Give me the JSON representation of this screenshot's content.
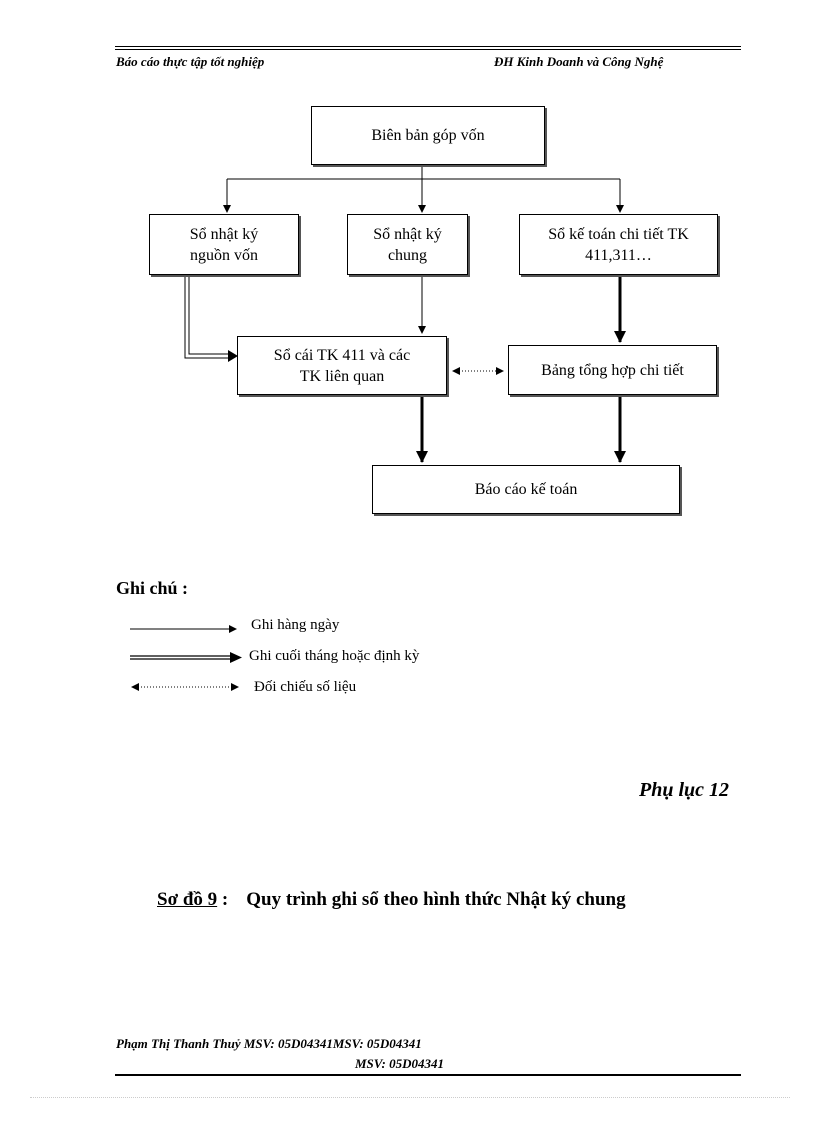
{
  "header": {
    "left": "Báo cáo thực tập tốt nghiệp",
    "right": "ĐH Kinh Doanh và Công Nghệ"
  },
  "diagram": {
    "top_box": "Biên bản góp vốn",
    "box_journal_capital": [
      "Sổ nhật ký",
      "nguồn vốn"
    ],
    "box_general_journal": [
      "Sổ nhật ký",
      "chung"
    ],
    "box_detail_ledger": [
      "Sổ kế toán chi tiết TK",
      "411,311…"
    ],
    "box_ledger": [
      "Sổ cái TK 411 và các",
      "TK liên quan"
    ],
    "box_summary": "Bảng tổng hợp chi tiết",
    "box_report": "Báo cáo kế toán"
  },
  "legend": {
    "title": "Ghi chú :",
    "daily": "Ghi hàng ngày",
    "periodic": "Ghi cuối tháng hoặc định kỳ",
    "reconcile": "Đối chiếu số liệu"
  },
  "appendix_label": "Phụ lục 12",
  "caption": {
    "prefix": "Sơ đồ 9",
    "separator": " :",
    "title": "Quy trình  ghi sổ theo hình thức Nhật ký chung"
  },
  "footer": {
    "line1": "Phạm Thị Thanh Thuỷ   MSV: 05D04341MSV: 05D04341",
    "line2": "MSV: 05D04341"
  }
}
